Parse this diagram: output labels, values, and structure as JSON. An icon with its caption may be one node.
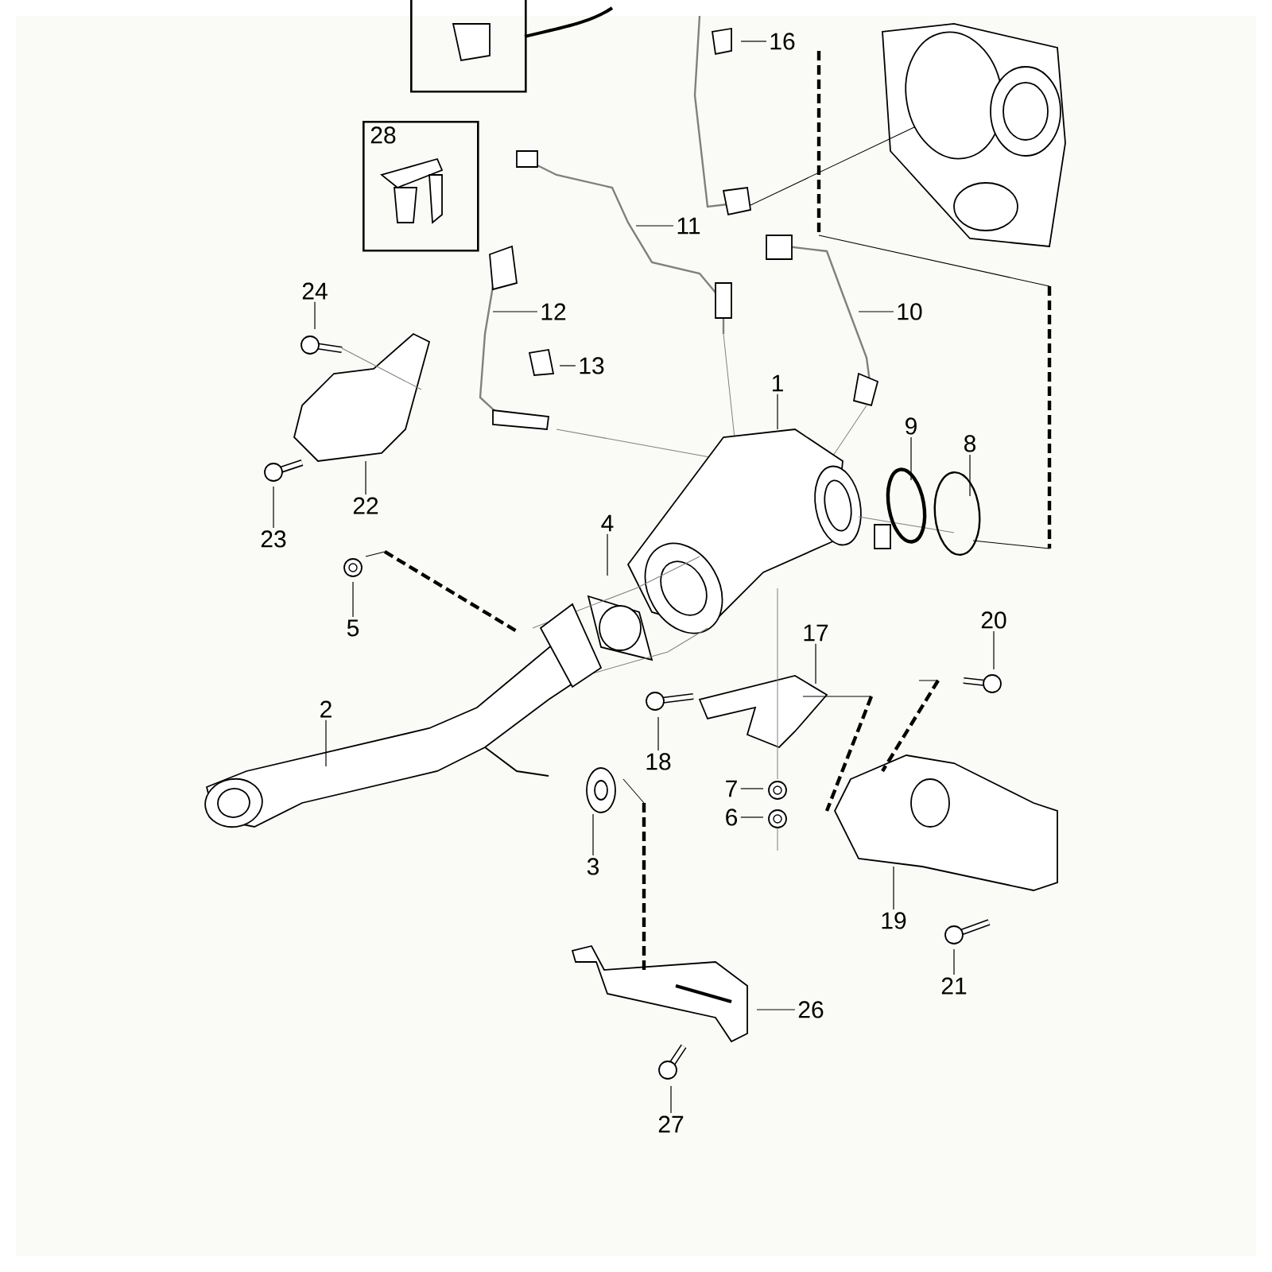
{
  "diagram": {
    "nodes": [
      {
        "text": [],
        "shape": "box"
      },
      {
        "text": [
          "16"
        ]
      },
      {
        "text": [
          "28"
        ]
      },
      {
        "text": [
          "11"
        ]
      },
      {
        "text": [
          "24"
        ]
      },
      {
        "text": [
          "12"
        ]
      },
      {
        "text": [
          "10"
        ]
      },
      {
        "text": [
          "13"
        ]
      },
      {
        "text": [
          "1"
        ]
      },
      {
        "text": [
          "9"
        ]
      },
      {
        "text": [
          "8"
        ]
      },
      {
        "text": [
          "22"
        ]
      },
      {
        "text": [
          "23"
        ]
      },
      {
        "text": [
          "4"
        ]
      },
      {
        "text": [
          "5"
        ]
      },
      {
        "text": [
          "20"
        ]
      },
      {
        "text": [
          "17"
        ]
      },
      {
        "text": [
          "18"
        ]
      },
      {
        "text": [
          "2"
        ]
      },
      {
        "text": [
          "7"
        ]
      },
      {
        "text": [
          "6"
        ]
      },
      {
        "text": [
          "3"
        ]
      },
      {
        "text": [
          "19"
        ]
      },
      {
        "text": [
          "21"
        ]
      },
      {
        "text": [
          "26"
        ]
      },
      {
        "text": [
          "27"
        ]
      }
    ],
    "edges": [
      {
        "from": 1,
        "to": null,
        "arrow": "none"
      },
      {
        "from": 3,
        "to": null,
        "arrow": "none"
      },
      {
        "from": 4,
        "to": null,
        "arrow": "none"
      },
      {
        "from": 5,
        "to": null,
        "arrow": "none"
      },
      {
        "from": 6,
        "to": null,
        "arrow": "none"
      },
      {
        "from": 7,
        "to": null,
        "arrow": "none"
      },
      {
        "from": 8,
        "to": null,
        "arrow": "none"
      },
      {
        "from": 9,
        "to": null,
        "arrow": "none"
      },
      {
        "from": 10,
        "to": null,
        "arrow": "none"
      },
      {
        "from": 11,
        "to": null,
        "arrow": "none"
      },
      {
        "from": 12,
        "to": null,
        "arrow": "none"
      },
      {
        "from": 13,
        "to": null,
        "arrow": "none"
      },
      {
        "from": 14,
        "to": null,
        "arrow": "none"
      },
      {
        "from": 15,
        "to": null,
        "arrow": "none"
      },
      {
        "from": 16,
        "to": null,
        "arrow": "none"
      },
      {
        "from": 17,
        "to": null,
        "arrow": "none"
      },
      {
        "from": 18,
        "to": null,
        "arrow": "none"
      },
      {
        "from": 19,
        "to": null,
        "arrow": "none"
      },
      {
        "from": 20,
        "to": null,
        "arrow": "none"
      },
      {
        "from": 21,
        "to": null,
        "arrow": "none"
      },
      {
        "from": 22,
        "to": null,
        "arrow": "none"
      },
      {
        "from": 23,
        "to": null,
        "arrow": "none"
      },
      {
        "from": 24,
        "to": null,
        "arrow": "none"
      },
      {
        "from": 25,
        "to": null,
        "arrow": "none"
      }
    ]
  }
}
